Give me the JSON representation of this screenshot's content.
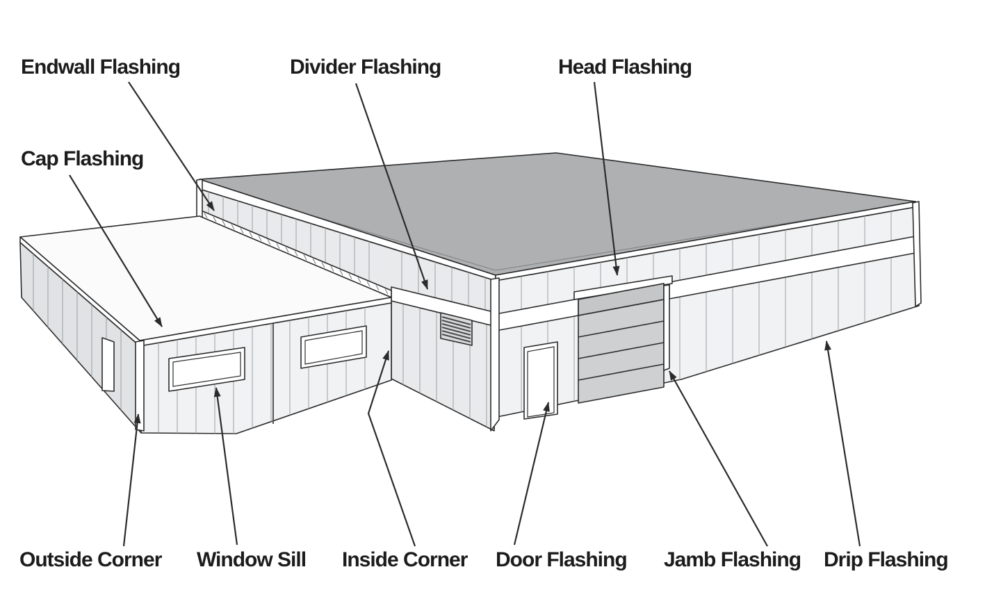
{
  "labels": {
    "endwall": "Endwall Flashing",
    "cap": "Cap Flashing",
    "divider": "Divider Flashing",
    "head": "Head Flashing",
    "outside_corner": "Outside Corner",
    "window_sill": "Window Sill",
    "inside_corner": "Inside Corner",
    "door": "Door Flashing",
    "jamb": "Jamb Flashing",
    "drip": "Drip Flashing"
  },
  "colors": {
    "line": "#2b2b2b",
    "text": "#1c1c1c",
    "big_roof": "#aeb0b2",
    "small_roof": "#fbfbfc",
    "wall_light": "#f1f2f3",
    "wall_mid": "#e9eaec",
    "wall_dark": "#e0e2e4",
    "garage_door": "#ced0d2",
    "garage_door_top": "#c4c6c8",
    "trim_white": "#ffffff"
  }
}
